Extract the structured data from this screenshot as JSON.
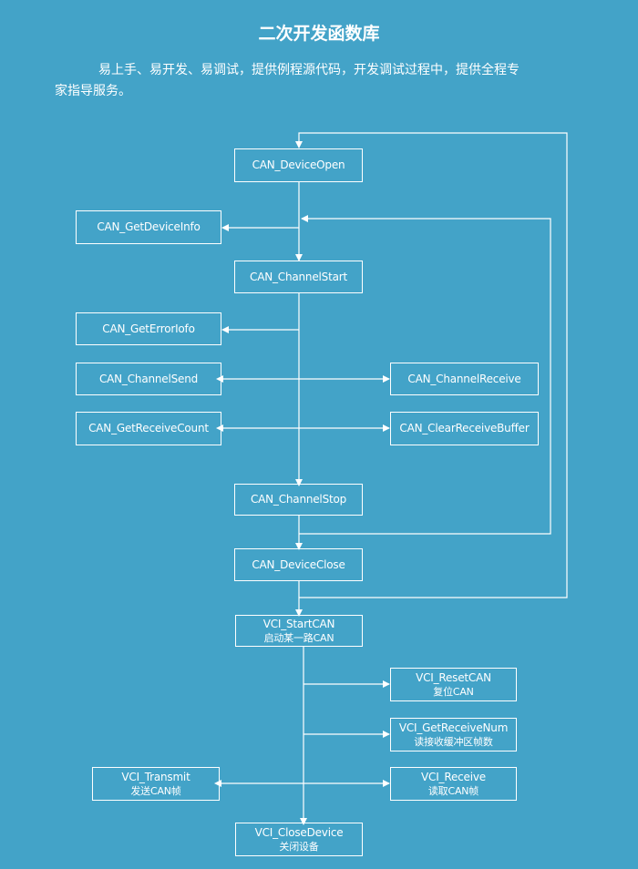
{
  "title": "二次开发函数库",
  "intro": {
    "line1": "易上手、易开发、易调试，提供例程源代码，开发调试过程中，提供全程专",
    "line2": "家指导服务。"
  },
  "flow": {
    "device_open": "CAN_DeviceOpen",
    "get_device_info": "CAN_GetDeviceInfo",
    "channel_start": "CAN_ChannelStart",
    "get_error_info": "CAN_GetErrorIofo",
    "channel_send": "CAN_ChannelSend",
    "channel_receive": "CAN_ChannelReceive",
    "get_receive_count": "CAN_GetReceiveCount",
    "clear_receive_buffer": "CAN_ClearReceiveBuffer",
    "channel_stop": "CAN_ChannelStop",
    "device_close": "CAN_DeviceClose",
    "vci_start_can": {
      "name": "VCI_StartCAN",
      "desc": "启动某一路CAN"
    },
    "vci_reset_can": {
      "name": "VCI_ResetCAN",
      "desc": "复位CAN"
    },
    "vci_get_receive_num": {
      "name": "VCI_GetReceiveNum",
      "desc": "读接收缓冲区帧数"
    },
    "vci_transmit": {
      "name": "VCI_Transmit",
      "desc": "发送CAN帧"
    },
    "vci_receive": {
      "name": "VCI_Receive",
      "desc": "读取CAN帧"
    },
    "vci_close_device": {
      "name": "VCI_CloseDevice",
      "desc": "关闭设备"
    }
  }
}
